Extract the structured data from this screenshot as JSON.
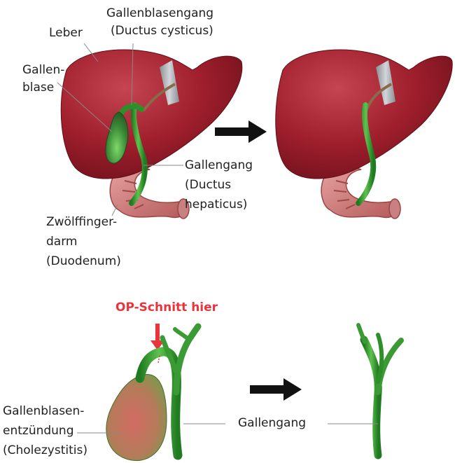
{
  "top_labels": {
    "gallenblasengang_1": "Gallenblasengang",
    "gallenblasengang_2": "(Ductus cysticus)",
    "leber": "Leber",
    "gallenblase_1": "Gallen-",
    "gallenblase_2": "blase",
    "gallengang_1": "Gallengang",
    "gallengang_2": "(Ductus",
    "gallengang_3": "hepaticus)",
    "duodenum_1": "Zwölffinger-",
    "duodenum_2": "darm",
    "duodenum_3": "(Duodenum)"
  },
  "bottom_labels": {
    "op_cut": "OP-Schnitt hier",
    "cholezystitis_1": "Gallenblasen-",
    "cholezystitis_2": "entzündung",
    "cholezystitis_3": "(Cholezystitis)",
    "gallengang": "Gallengang"
  },
  "colors": {
    "liver": "#9e1e2c",
    "liver_light": "#c23a48",
    "liver_dark": "#6e111c",
    "duct": "#2e8f2a",
    "duct_light": "#6cc85a",
    "duodenum": "#d07a7a",
    "duodenum_dark": "#a04848",
    "ligament": "#a3a8ad",
    "inflamed": "#c4706a",
    "arrow": "#111111",
    "op_red": "#e8343a"
  }
}
